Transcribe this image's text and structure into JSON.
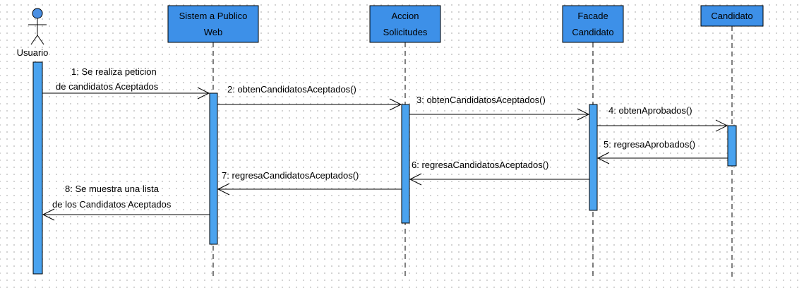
{
  "colors": {
    "box_fill": "#3d90e8",
    "box_border": "#000000",
    "activation_fill": "#4aa3ef",
    "actor_head": "#4a8fe3",
    "line": "#000000"
  },
  "actor": {
    "label": "Usuario",
    "icon": "stick-figure-icon"
  },
  "lifelines": [
    {
      "id": "web",
      "lines": [
        "Sistem a Publico",
        "Web"
      ]
    },
    {
      "id": "accion",
      "lines": [
        "Accion",
        "Solicitudes"
      ]
    },
    {
      "id": "facade",
      "lines": [
        "Facade",
        "Candidato"
      ]
    },
    {
      "id": "candidato",
      "lines": [
        "Candidato"
      ]
    }
  ],
  "messages": [
    {
      "num": 1,
      "lines": [
        "1: Se realiza peticion",
        "de candidatos Aceptados"
      ],
      "kind": "call"
    },
    {
      "num": 2,
      "lines": [
        "2: obtenCandidatosAceptados()"
      ],
      "kind": "call"
    },
    {
      "num": 3,
      "lines": [
        "3: obtenCandidatosAceptados()"
      ],
      "kind": "call"
    },
    {
      "num": 4,
      "lines": [
        "4: obtenAprobados()"
      ],
      "kind": "call"
    },
    {
      "num": 5,
      "lines": [
        "5: regresaAprobados()"
      ],
      "kind": "return"
    },
    {
      "num": 6,
      "lines": [
        "6: regresaCandidatosAceptados()"
      ],
      "kind": "return"
    },
    {
      "num": 7,
      "lines": [
        "7: regresaCandidatosAceptados()"
      ],
      "kind": "return"
    },
    {
      "num": 8,
      "lines": [
        "8: Se muestra una lista",
        "de los Candidatos Aceptados"
      ],
      "kind": "return"
    }
  ]
}
